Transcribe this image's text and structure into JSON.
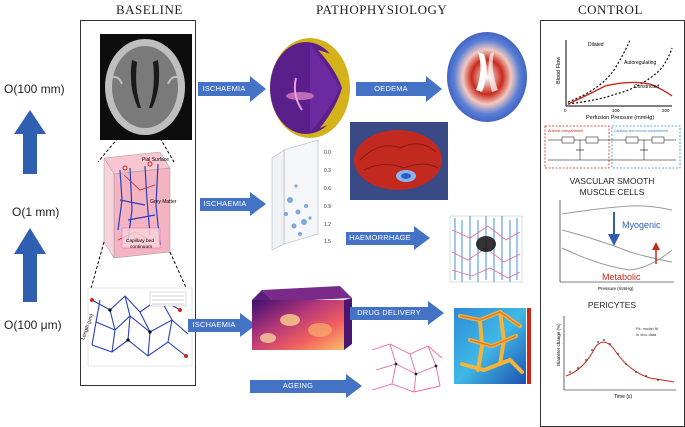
{
  "headers": {
    "baseline": "BASELINE",
    "pathophysiology": "PATHOPHYSIOLOGY",
    "control": "CONTROL"
  },
  "scales": {
    "s100mm": "O(100 mm)",
    "s1mm": "O(1 mm)",
    "s100um": "O(100 μm)"
  },
  "arrows": {
    "ischaemia1": "ISCHAEMIA",
    "oedema": "OEDEMA",
    "ischaemia2": "ISCHAEMIA",
    "haemorrhage": "HAEMORRHAGE",
    "ischaemia3": "ISCHAEMIA",
    "drug_delivery": "DRUG DELIVERY",
    "ageing": "AGEING"
  },
  "baseline_labels": {
    "pial_surface": "Pial Surface",
    "grey_matter": "Grey Matter",
    "capillary_bed": "Capillary bed",
    "continuum": "continuum",
    "length_um": "Length (μm)"
  },
  "control": {
    "blood_flow_chart": {
      "ylabel": "Blood Flow",
      "xlabel": "Perfusion Pressure (mmHg)",
      "curve_dilated": "Dilated",
      "curve_autoregulating": "Autoregulating",
      "curve_constricted": "Constricted",
      "tick_0": "0",
      "tick_100": "100",
      "tick_200": "200"
    },
    "circuit": {
      "left_title": "Arterial compartment",
      "right_title": "Capillary and venous compartment"
    },
    "vsmc_title_line1": "VASCULAR SMOOTH",
    "vsmc_title_line2": "MUSCLE CELLS",
    "myogenic": "Myogenic",
    "metabolic": "Metabolic",
    "pressure_label": "Pressure (mmHg)",
    "pericytes": "PERICYTES",
    "diameter_label": "Diameter change (%)",
    "time_label": "Time (s)",
    "legend_fit": "Fit: model fit",
    "legend_data": "in vivo data"
  },
  "colors": {
    "arrow_blue": "#4472c4",
    "scale_blue": "#2e5fb0",
    "brain_grey": "#8c8c8c",
    "oedema_red": "#c8291c",
    "pink_network": "#e86aa0",
    "network_blue": "#2a3fb8"
  }
}
